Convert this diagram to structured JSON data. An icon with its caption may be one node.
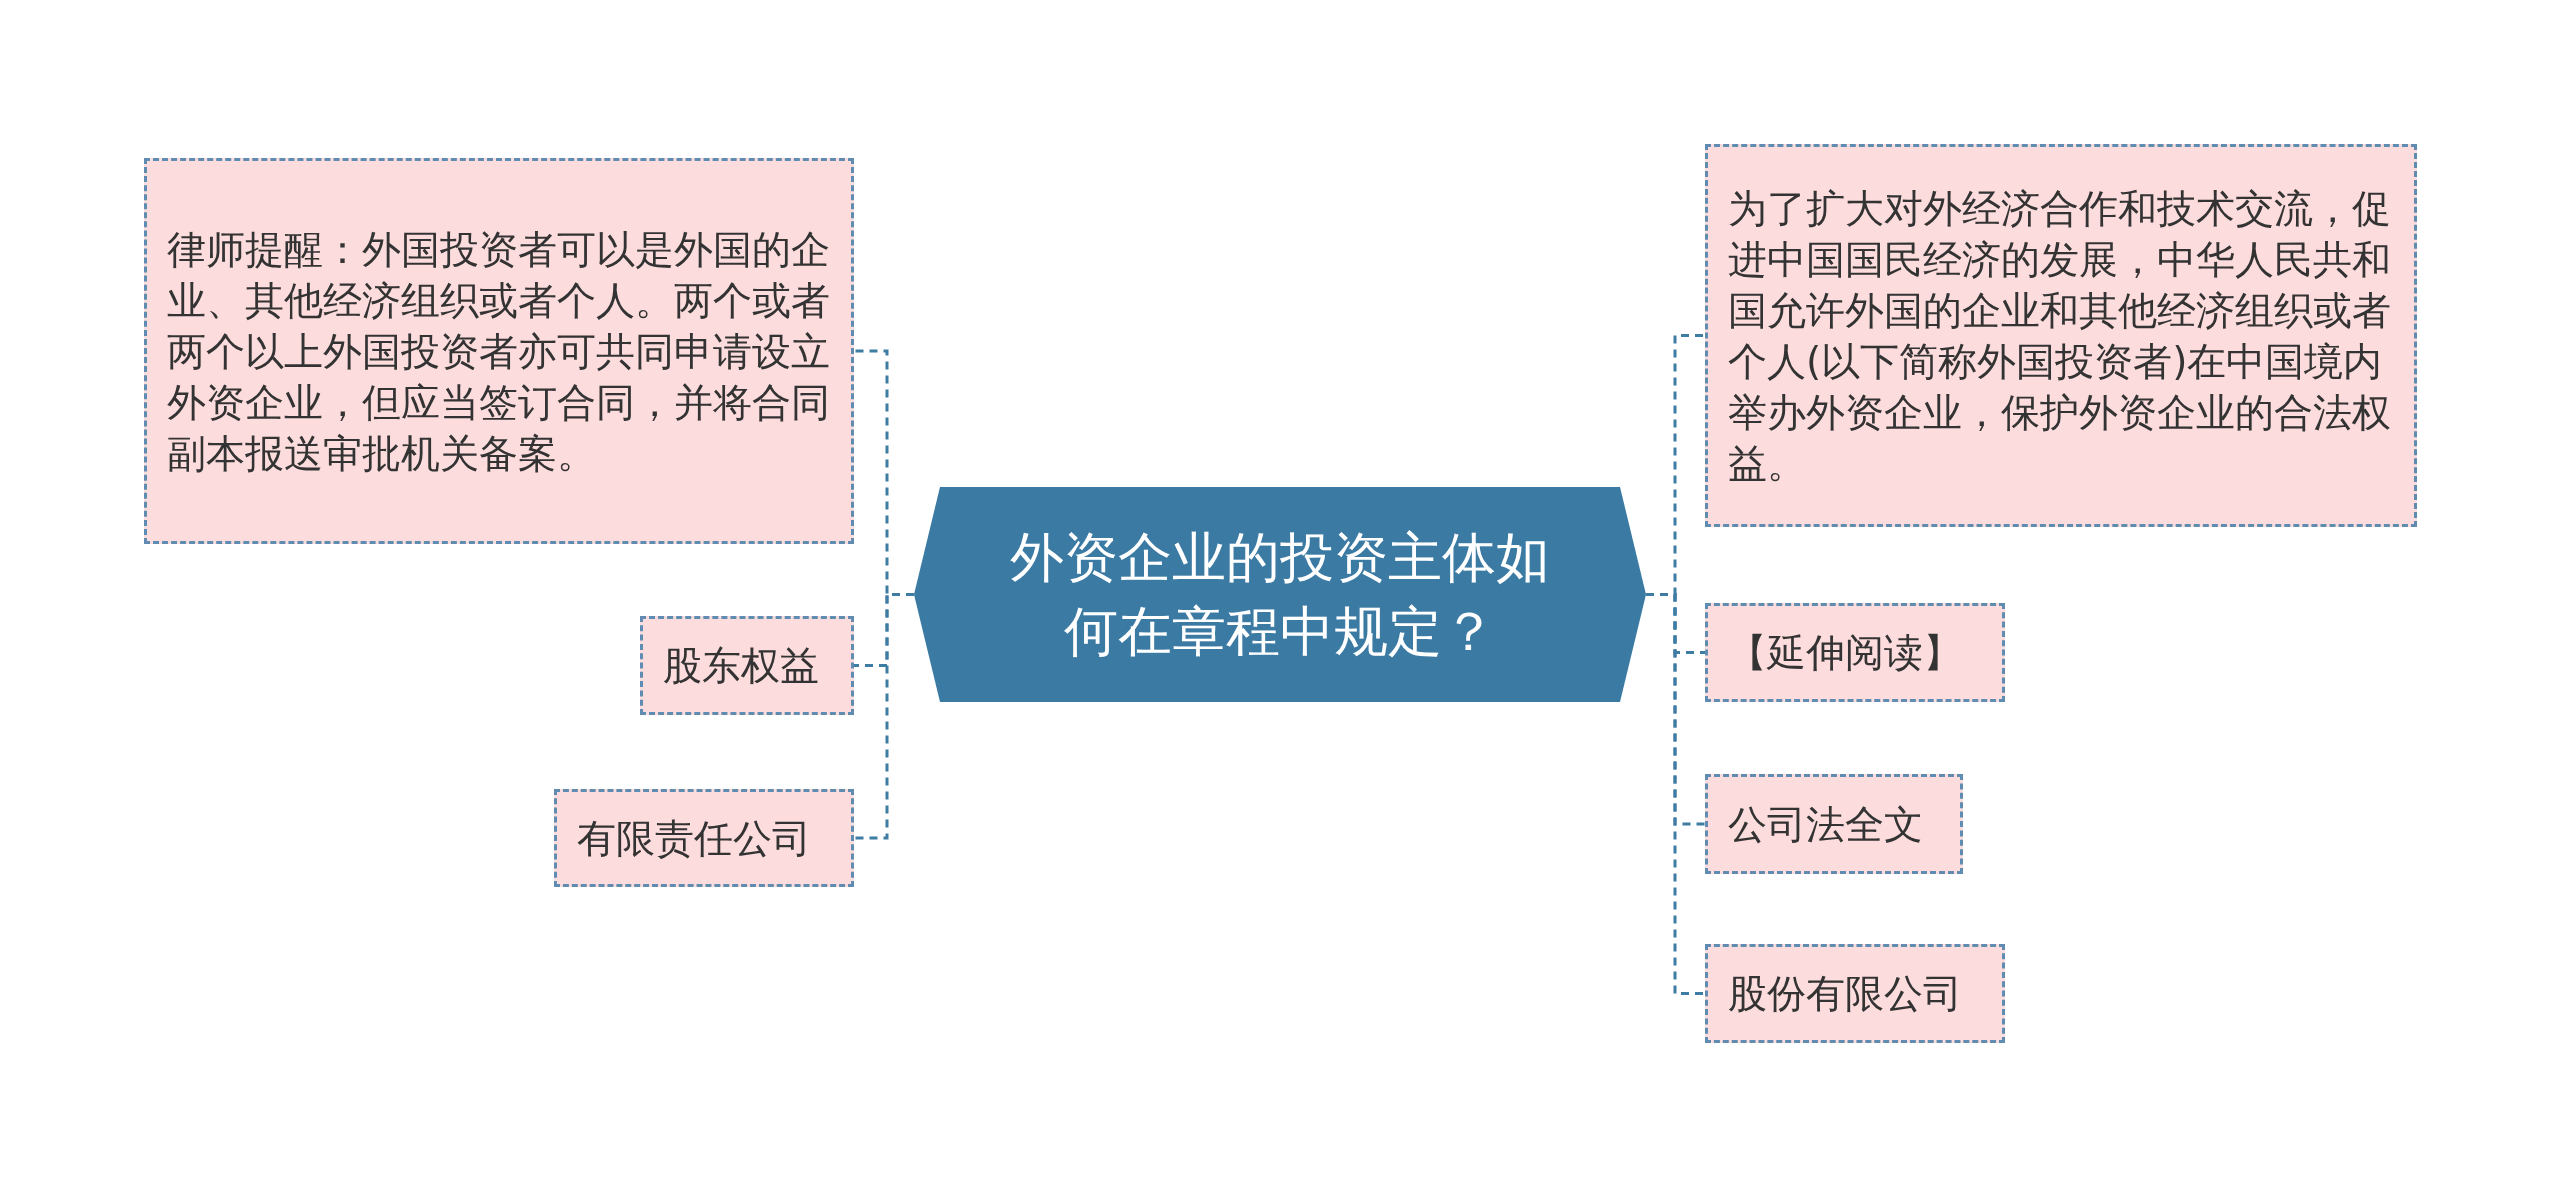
{
  "diagram": {
    "nodes": [
      {
        "text": [
          "外资企业的投资主体如何在章程中规定？"
        ]
      },
      {
        "text": [
          "律师提醒：外国投资者可以是外国的企业、其他经济组织或者个人。两个或者两个以上外国投资者亦可共同申请设立外资企业，但应当签订合同，并将合同副本报送审批机关备案。"
        ]
      },
      {
        "text": [
          "股东权益"
        ]
      },
      {
        "text": [
          "有限责任公司"
        ]
      },
      {
        "text": [
          "为了扩大对外经济合作和技术交流，促进中国国民经济的发展，中华人民共和国允许外国的企业和其他经济组织或者个人(以下简称外国投资者)在中国境内举办外资企业，保护外资企业的合法权益。"
        ]
      },
      {
        "text": [
          "【延伸阅读】"
        ]
      },
      {
        "text": [
          "公司法全文"
        ]
      },
      {
        "text": [
          "股份有限公司"
        ]
      }
    ],
    "edges": [
      {
        "from": 0,
        "to": 1,
        "arrow": "none",
        "style": "dashed"
      },
      {
        "from": 0,
        "to": 2,
        "arrow": "none",
        "style": "dashed"
      },
      {
        "from": 0,
        "to": 3,
        "arrow": "none",
        "style": "dashed"
      },
      {
        "from": 0,
        "to": 4,
        "arrow": "none",
        "style": "dashed"
      },
      {
        "from": 0,
        "to": 5,
        "arrow": "none",
        "style": "dashed"
      },
      {
        "from": 0,
        "to": 6,
        "arrow": "none",
        "style": "dashed"
      },
      {
        "from": 0,
        "to": 7,
        "arrow": "none",
        "style": "dashed"
      }
    ]
  }
}
